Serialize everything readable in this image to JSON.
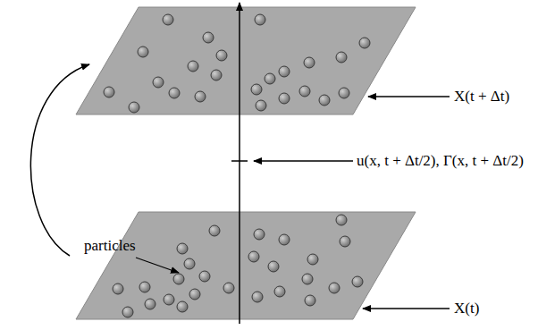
{
  "diagram": {
    "labels": [
      "X(t + Δt)",
      "u(x, t + Δt/2), Γ(x, t + Δt/2)",
      "particles",
      "X(t)"
    ]
  }
}
